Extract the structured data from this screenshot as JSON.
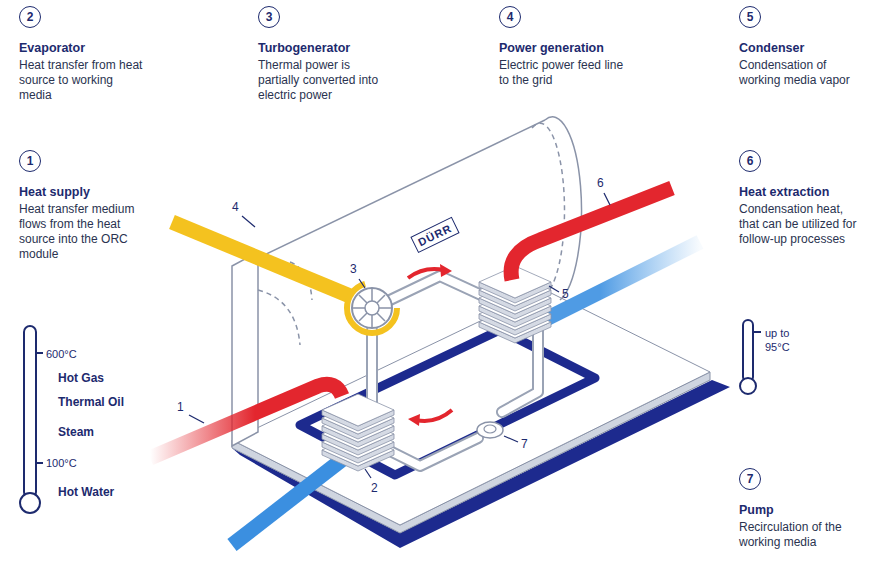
{
  "diagram": {
    "nodes": [
      {
        "text": [
          "2",
          "Evaporator",
          "Heat transfer from heat source to working media"
        ]
      },
      {
        "text": [
          "3",
          "Turbogenerator",
          "Thermal power is partially converted into electric power"
        ]
      },
      {
        "text": [
          "4",
          "Power generation",
          "Electric power feed line to the grid"
        ]
      },
      {
        "text": [
          "5",
          "Condenser",
          "Condensation of working media vapor"
        ]
      },
      {
        "text": [
          "1",
          "Heat supply",
          "Heat transfer medium flows from the heat source into the ORC module"
        ]
      },
      {
        "text": [
          "6",
          "Heat extraction",
          "Condensation heat, that can be utilized for follow-up processes"
        ]
      },
      {
        "text": [
          "7",
          "Pump",
          "Recirculation of the working media"
        ]
      }
    ],
    "labels": [
      "600°C",
      "Hot Gas",
      "Thermal Oil",
      "Steam",
      "100°C",
      "Hot Water",
      "up to 95°C",
      "DÜRR",
      "4",
      "3",
      "1",
      "6",
      "5",
      "2",
      "7"
    ]
  }
}
